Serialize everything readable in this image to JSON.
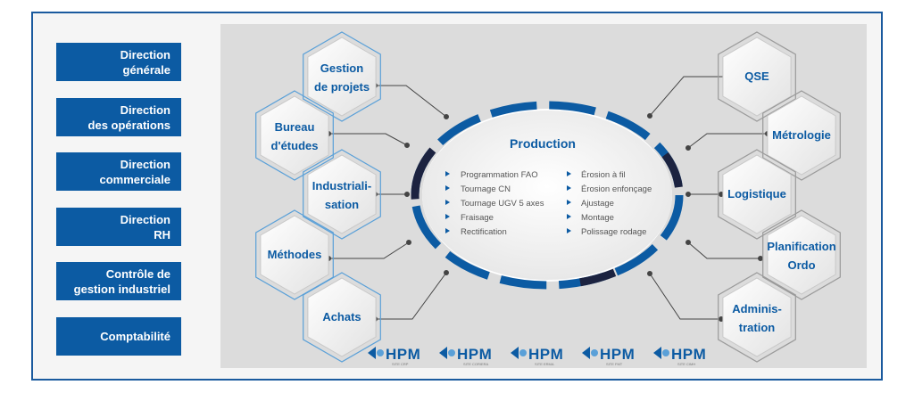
{
  "directions": [
    {
      "label": "Direction\ngénérale"
    },
    {
      "label": "Direction\ndes opérations"
    },
    {
      "label": "Direction\ncommerciale"
    },
    {
      "label": "Direction\nRH"
    },
    {
      "label": "Contrôle de\ngestion industriel"
    },
    {
      "label": "Comptabilité"
    }
  ],
  "left_hexes": [
    {
      "line1": "Gestion",
      "line2": "de projets"
    },
    {
      "line1": "Bureau",
      "line2": "d'études"
    },
    {
      "line1": "Industriali-",
      "line2": "sation"
    },
    {
      "line1": "Méthodes",
      "line2": ""
    },
    {
      "line1": "Achats",
      "line2": ""
    }
  ],
  "right_hexes": [
    {
      "line1": "QSE",
      "line2": ""
    },
    {
      "line1": "Métrologie",
      "line2": ""
    },
    {
      "line1": "Logistique",
      "line2": ""
    },
    {
      "line1": "Planification",
      "line2": "Ordo"
    },
    {
      "line1": "Adminis-",
      "line2": "tration"
    }
  ],
  "production": {
    "title": "Production",
    "left_items": [
      "Programmation FAO",
      "Tournage CN",
      "Tournage UGV 5 axes",
      "Fraisage",
      "Rectification"
    ],
    "right_items": [
      "Érosion à fil",
      "Érosion enfonçage",
      "Ajustage",
      "Montage",
      "Polissage rodage"
    ]
  },
  "logos": [
    {
      "name": "HPM",
      "sub": "SITE CRP"
    },
    {
      "name": "HPM",
      "sub": "SITE CORIERA"
    },
    {
      "name": "HPM",
      "sub": "SITE ERMA"
    },
    {
      "name": "HPM",
      "sub": "SITE FMT"
    },
    {
      "name": "HPM",
      "sub": "SITE CIMH"
    }
  ],
  "colors": {
    "primary": "#0c5ba3",
    "dark": "#1c2340",
    "panel": "#dcdcdc"
  }
}
